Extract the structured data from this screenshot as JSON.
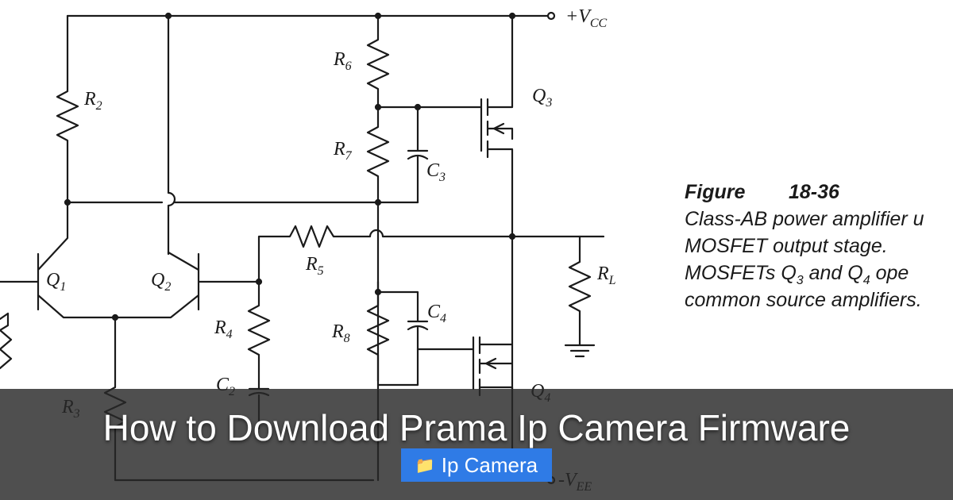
{
  "diagram": {
    "labels": {
      "vcc": "+V",
      "vcc_sub": "CC",
      "vee": "-V",
      "vee_sub": "EE",
      "r2": "R",
      "r2_sub": "2",
      "r6": "R",
      "r6_sub": "6",
      "r7": "R",
      "r7_sub": "7",
      "c3": "C",
      "c3_sub": "3",
      "q3": "Q",
      "q3_sub": "3",
      "r5": "R",
      "r5_sub": "5",
      "rl": "R",
      "rl_sub": "L",
      "q1": "Q",
      "q1_sub": "1",
      "q2": "Q",
      "q2_sub": "2",
      "r4": "R",
      "r4_sub": "4",
      "r8": "R",
      "r8_sub": "8",
      "c4": "C",
      "c4_sub": "4",
      "c2": "C",
      "c2_sub": "2",
      "r3": "R",
      "r3_sub": "3",
      "q4": "Q",
      "q4_sub": "4"
    },
    "caption": {
      "figure_word": "Figure",
      "figure_number": "18-36",
      "line1": "Class-AB power amplifier u",
      "line2": "MOSFET  output  stage.",
      "line3_a": "MOSFETs Q",
      "line3_sub1": "3",
      "line3_b": " and Q",
      "line3_sub2": "4",
      "line3_c": " ope",
      "line4": "common source amplifiers."
    }
  },
  "overlay": {
    "title": "How to Download Prama Ip Camera Firmware",
    "badge_icon": "folder-icon",
    "badge_label": "Ip Camera",
    "badge_color": "#2f7be6"
  }
}
